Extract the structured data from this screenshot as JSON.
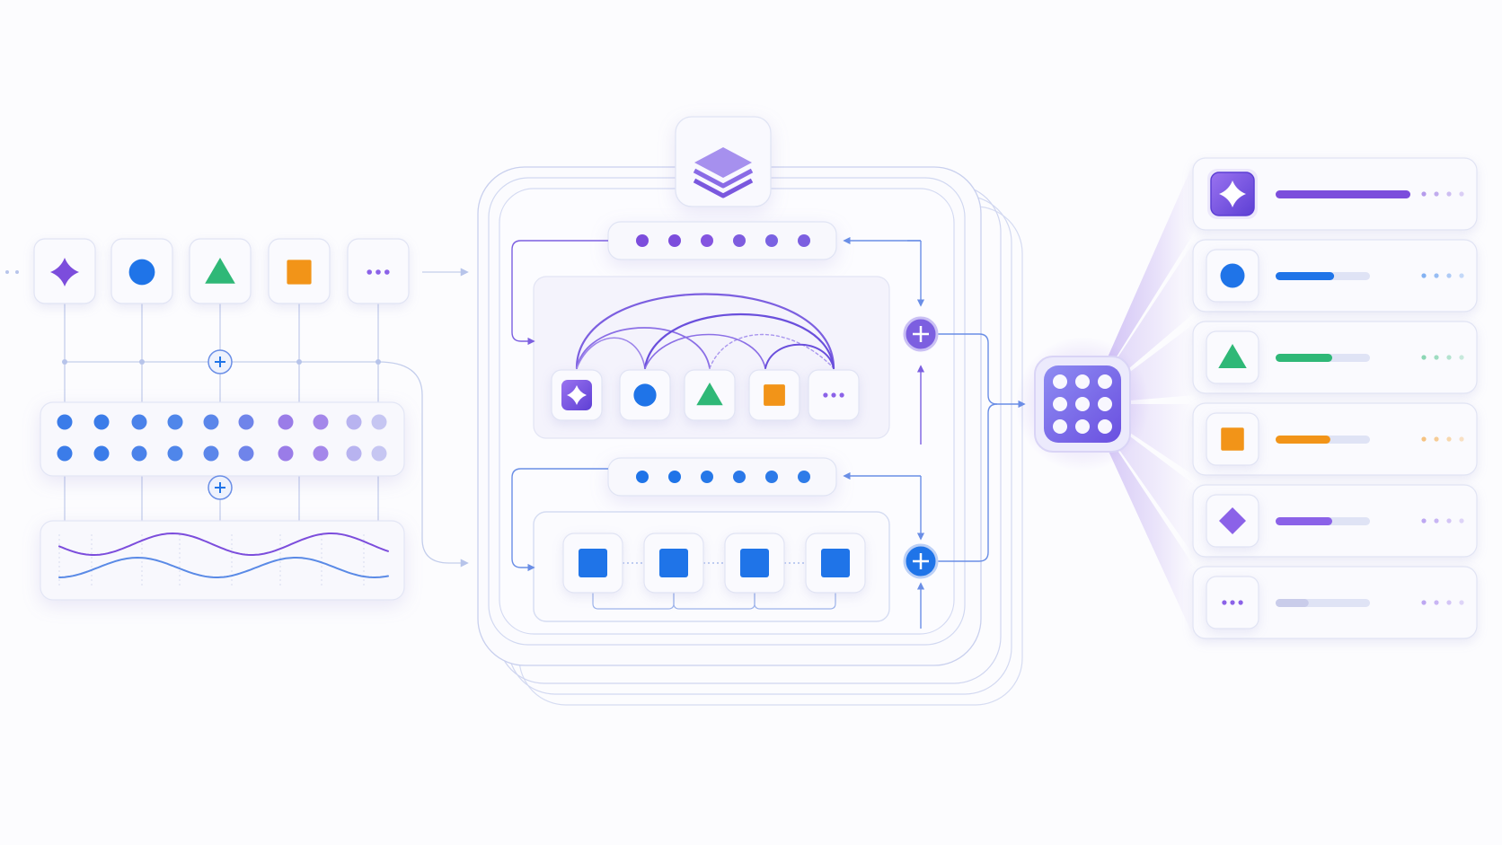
{
  "palette": {
    "purple": "#7c4ddc",
    "violet": "#8b62e8",
    "blue": "#1f74e8",
    "green": "#2fb877",
    "orange": "#f29418",
    "lavender": "#a7a8ea",
    "line": "#b7c4ea",
    "connector": "#6a8ee6"
  },
  "input_tokens": [
    {
      "icon": "sparkle-icon",
      "color": "#7c4ddc"
    },
    {
      "icon": "circle-icon",
      "color": "#1f74e8"
    },
    {
      "icon": "triangle-icon",
      "color": "#2fb877"
    },
    {
      "icon": "square-icon",
      "color": "#f29418"
    },
    {
      "icon": "ellipsis-icon",
      "color": "#8b62e8"
    }
  ],
  "attention_tokens": [
    {
      "icon": "sparkle-icon",
      "color": "#7c4ddc"
    },
    {
      "icon": "circle-icon",
      "color": "#1f74e8"
    },
    {
      "icon": "triangle-icon",
      "color": "#2fb877"
    },
    {
      "icon": "square-icon",
      "color": "#f29418"
    },
    {
      "icon": "ellipsis-icon",
      "color": "#8b62e8"
    }
  ],
  "feedforward_units": 4,
  "output_rows": [
    {
      "icon": "sparkle-icon",
      "color": "#7c4ddc",
      "score": 1.0
    },
    {
      "icon": "circle-icon",
      "color": "#1f74e8",
      "score": 0.62
    },
    {
      "icon": "triangle-icon",
      "color": "#2fb877",
      "score": 0.6
    },
    {
      "icon": "square-icon",
      "color": "#f29418",
      "score": 0.58
    },
    {
      "icon": "diamond-icon",
      "color": "#8b62e8",
      "score": 0.6
    },
    {
      "icon": "ellipsis-icon",
      "color": "#8b62e8",
      "score": 0.35
    }
  ]
}
